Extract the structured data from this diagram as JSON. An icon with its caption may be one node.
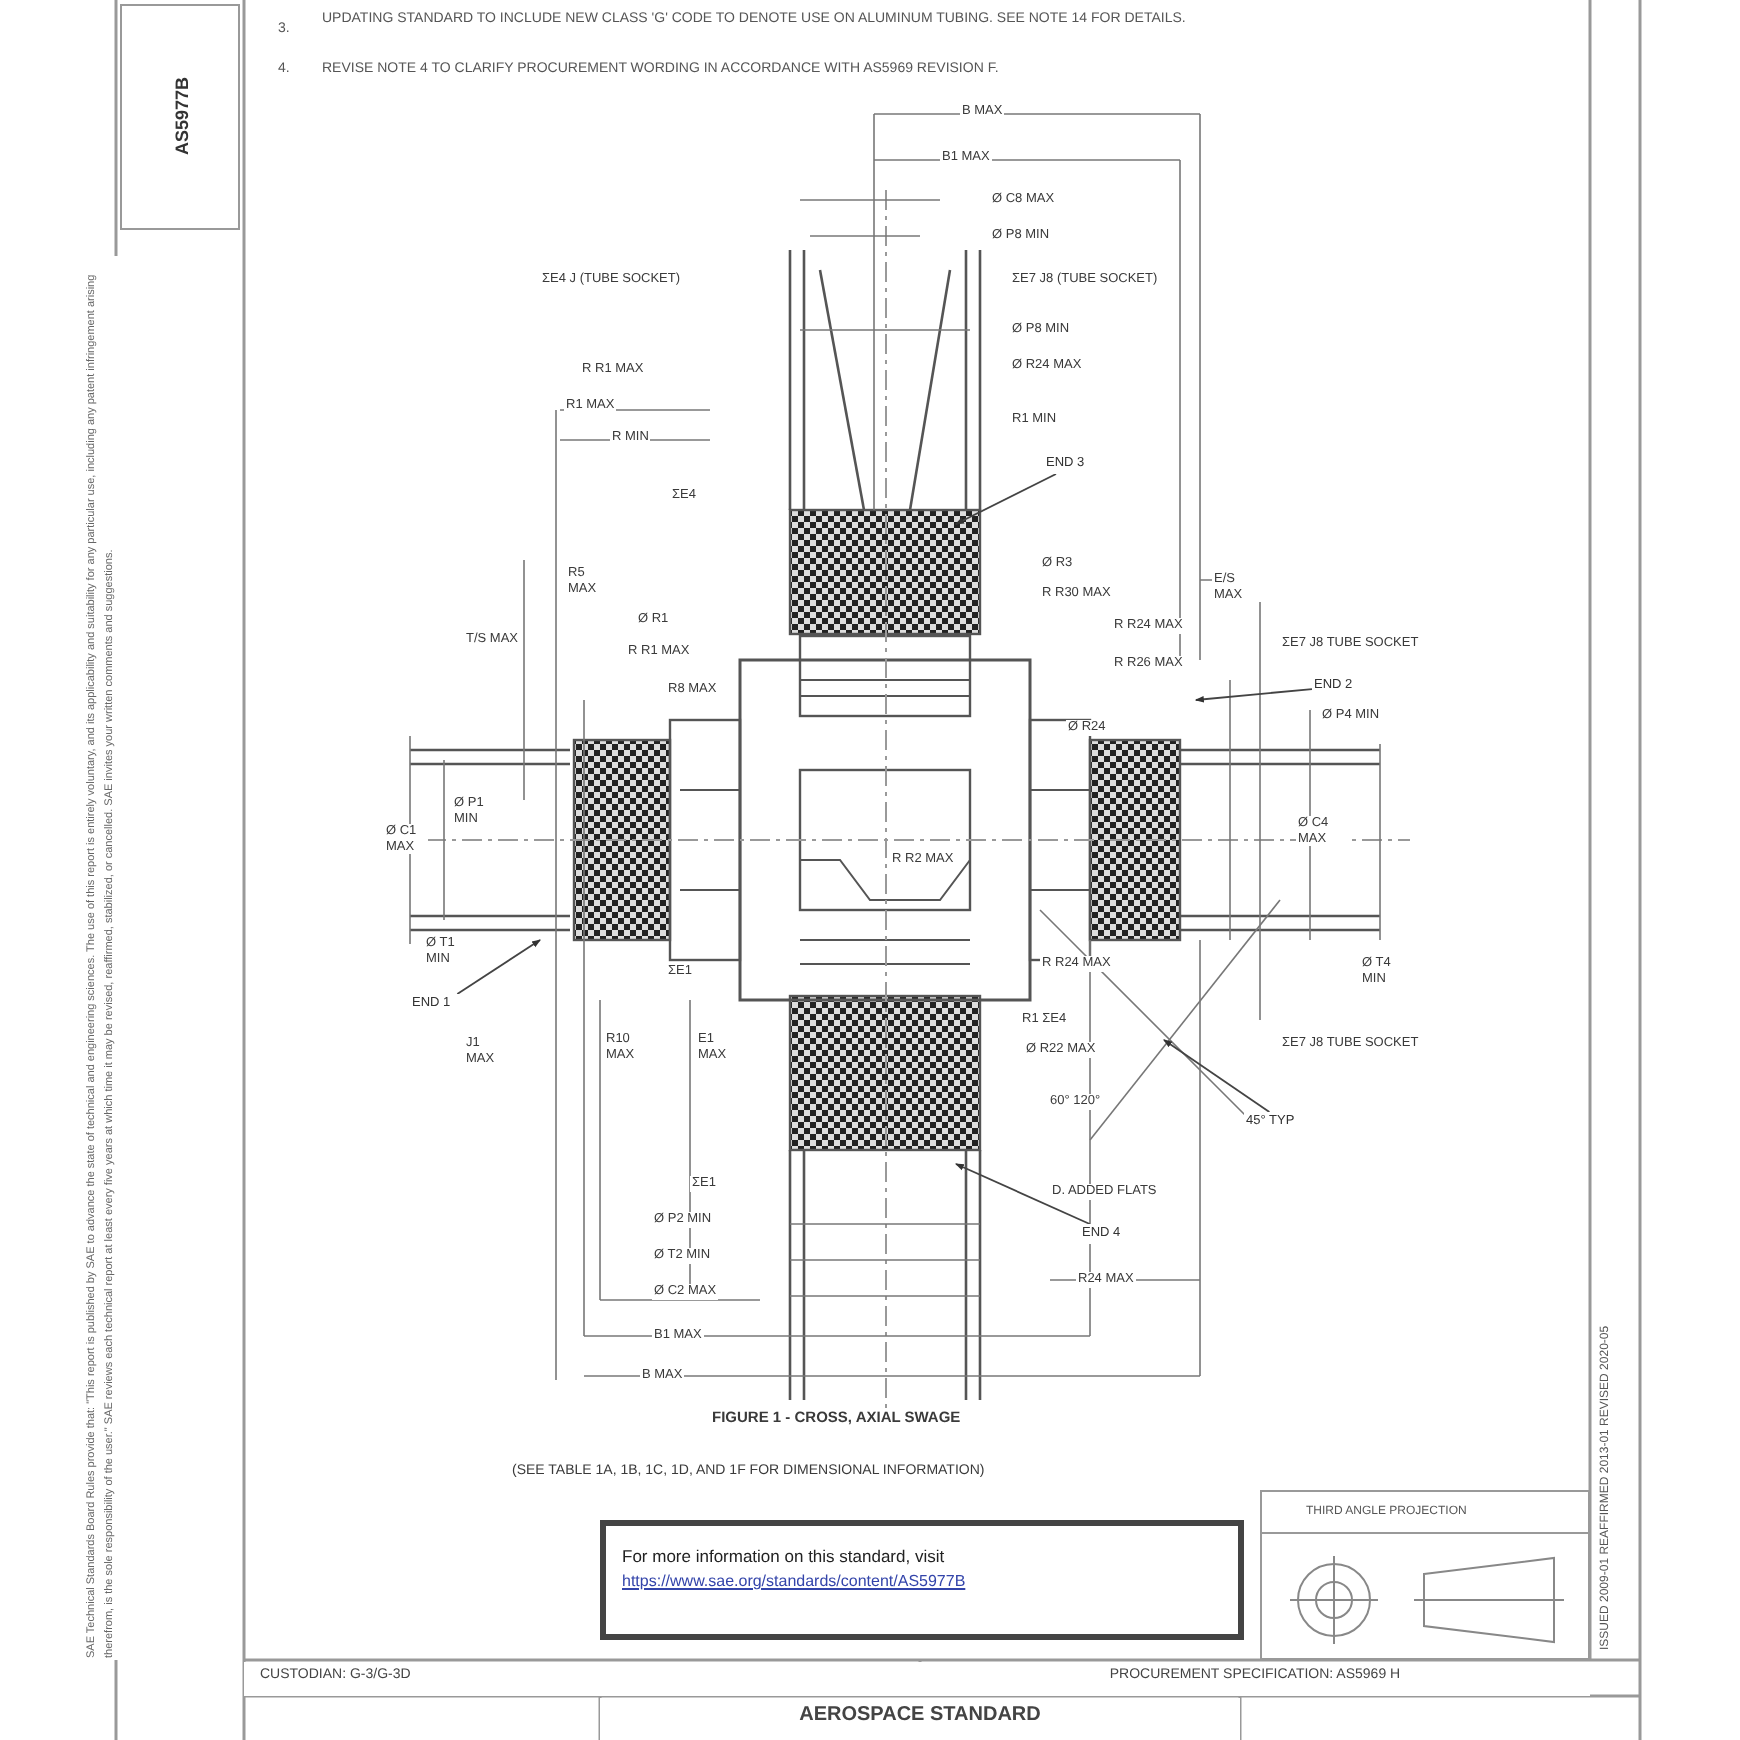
{
  "diagram": {
    "title": "FIGURE 1 - CROSS, AXIAL SWAGE",
    "caption": "(SEE TABLE 1A, 1B, 1C, 1D, AND 1F FOR DIMENSIONAL INFORMATION)",
    "nodes": [
      {
        "text": [
          "AS5977B"
        ]
      },
      {
        "text": [
          "END 3"
        ]
      },
      {
        "text": [
          "END 2"
        ]
      },
      {
        "text": [
          "END 1"
        ]
      },
      {
        "text": [
          "END 4"
        ]
      },
      {
        "text": [
          "45° TYP"
        ]
      },
      {
        "text": [
          "For more information on this standard, visit",
          "https://www.sae.org/standards/content/AS5977B"
        ]
      },
      {
        "text": [
          "THIRD ANGLE PROJECTION"
        ]
      },
      {
        "text": [
          "CUSTODIAN: G-3/G-3D"
        ]
      },
      {
        "text": [
          "PROCUREMENT SPECIFICATION: AS5969 H"
        ]
      },
      {
        "text": [
          "AEROSPACE STANDARD"
        ]
      }
    ],
    "edges": [
      {
        "from": 1,
        "to": null,
        "arrow": "to"
      },
      {
        "from": 2,
        "to": null,
        "arrow": "to"
      },
      {
        "from": 3,
        "to": null,
        "arrow": "to"
      },
      {
        "from": 4,
        "to": null,
        "arrow": "to"
      },
      {
        "from": 5,
        "to": null,
        "arrow": "to"
      }
    ],
    "labels": [
      "3.",
      "UPDATING STANDARD TO INCLUDE NEW CLASS 'G' CODE TO DENOTE USE ON ALUMINUM TUBING. SEE NOTE 14 FOR DETAILS.",
      "4.",
      "REVISE NOTE 4 TO CLARIFY PROCUREMENT WORDING IN ACCORDANCE WITH AS5969 REVISION F.",
      "B MAX",
      "B1 MAX",
      "Ø C8 MAX",
      "Ø P8 MIN",
      "ΣE4 J (TUBE SOCKET)",
      "ΣE7 J8 (TUBE SOCKET)",
      "Ø P8 MIN",
      "R R1 MAX",
      "Ø R24 MAX",
      "R1 MAX",
      "R MIN",
      "R1 MIN",
      "ΣE4",
      "R5 MAX",
      "Ø R3",
      "R R30 MAX",
      "T/S MAX",
      "Ø R1",
      "R R1 MAX",
      "R8 MAX",
      "R R24 MAX",
      "E/S MAX",
      "R R26 MAX",
      "ΣE7 J8 TUBE SOCKET",
      "Ø R24",
      "Ø P4 MIN",
      "Ø C1 MAX",
      "Ø P1 MIN",
      "Ø C4 MAX",
      "R R2 MAX",
      "Ø T1 MIN",
      "R R24 MAX",
      "Ø T4 MIN",
      "ΣE1",
      "R1 ΣE4",
      "J1 MAX",
      "R10 MAX",
      "E1 MAX",
      "Ø R22 MAX",
      "ΣE7 J8 TUBE SOCKET",
      "60° 120°",
      "ΣE1",
      "D. ADDED FLATS",
      "Ø P2 MIN",
      "Ø T2 MIN",
      "Ø C2 MAX",
      "R24 MAX",
      "B1 MAX",
      "B MAX",
      "SAE Technical Standards Board Rules provide that: \"This report is published by SAE to advance the state of technical and engineering sciences. The use of this report is entirely voluntary, and its applicability and suitability for any particular use, including any patent infringement arising therefrom, is the sole responsibility of the user.\" SAE reviews each technical report at least every five years at which time it may be revised, reaffirmed, stabilized, or cancelled. SAE invites your written comments and suggestions.",
      "ISSUED 2009-01 REAFFIRMED 2013-01 REVISED 2020-05"
    ]
  }
}
